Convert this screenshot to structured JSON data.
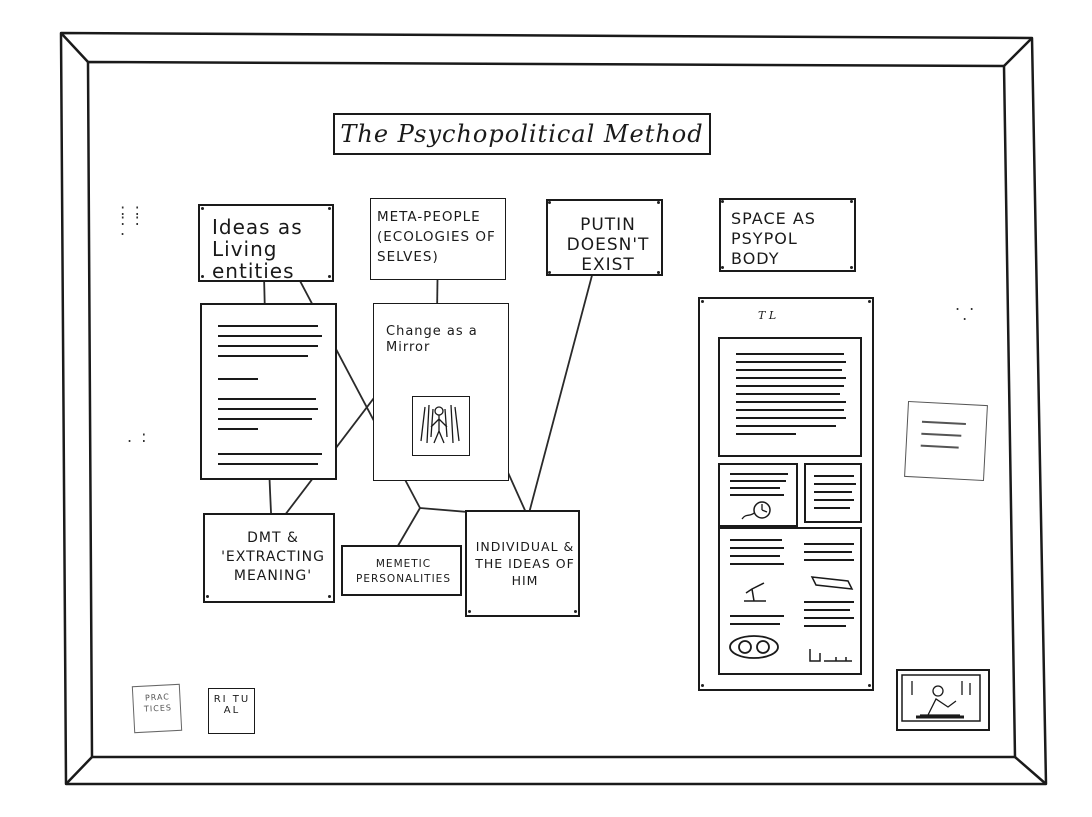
{
  "board": {
    "title": "The Psychopolitical Method",
    "cards": {
      "ideas_living": "Ideas as Living entities",
      "meta_people": "Meta-People (Ecologies of Selves)",
      "putin": "Putin Doesn't Exist",
      "space_body": "Space as Psypol Body",
      "change_mirror": "Change as a Mirror",
      "dmt": "DMT & 'Extracting Meaning'",
      "memetic": "Memetic Personalities",
      "individual": "Individual & The Ideas of Him",
      "practices": "Prac tices",
      "ritual": "Ri tu al"
    },
    "big_doc_heading": "T L",
    "icons": {
      "mirror_picture": "figure-illustration-icon",
      "bird": "bird-icon",
      "clock": "clock-chart-icon",
      "glasses": "glasses-icon",
      "photo": "photo-icon"
    }
  }
}
